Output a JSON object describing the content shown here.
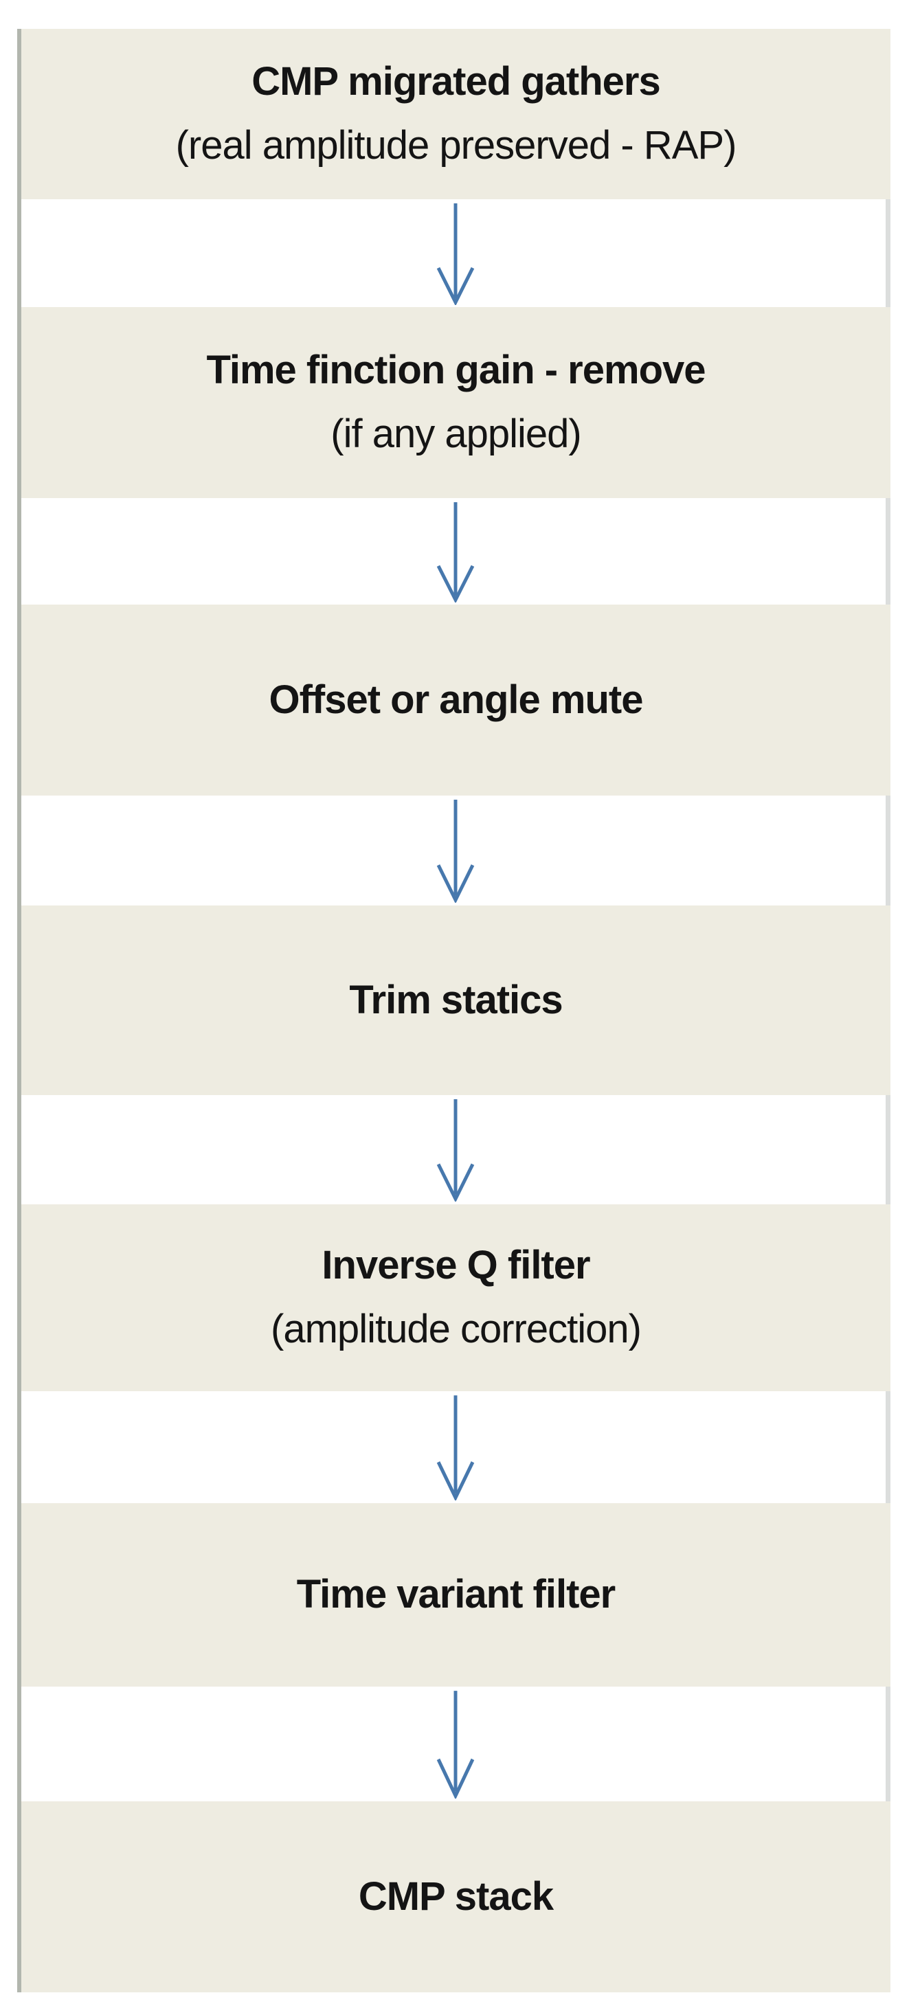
{
  "diagram": {
    "type": "flowchart",
    "direction": "top-to-bottom",
    "colors": {
      "page_background": "#ffffff",
      "box_fill": "#eeece1",
      "left_rail": "#b2b6ae",
      "right_rail": "#dcdedd",
      "arrow": "#4778ad",
      "text": "#141414"
    },
    "steps": [
      {
        "title": "CMP migrated gathers",
        "subtitle": "(real amplitude preserved - RAP)"
      },
      {
        "title": "Time finction gain - remove",
        "subtitle": "(if any applied)"
      },
      {
        "title": "Offset or angle mute"
      },
      {
        "title": "Trim statics"
      },
      {
        "title": "Inverse Q filter",
        "subtitle": "(amplitude correction)"
      },
      {
        "title": "Time variant filter"
      },
      {
        "title": "CMP stack"
      }
    ],
    "connector": "down-arrow"
  }
}
